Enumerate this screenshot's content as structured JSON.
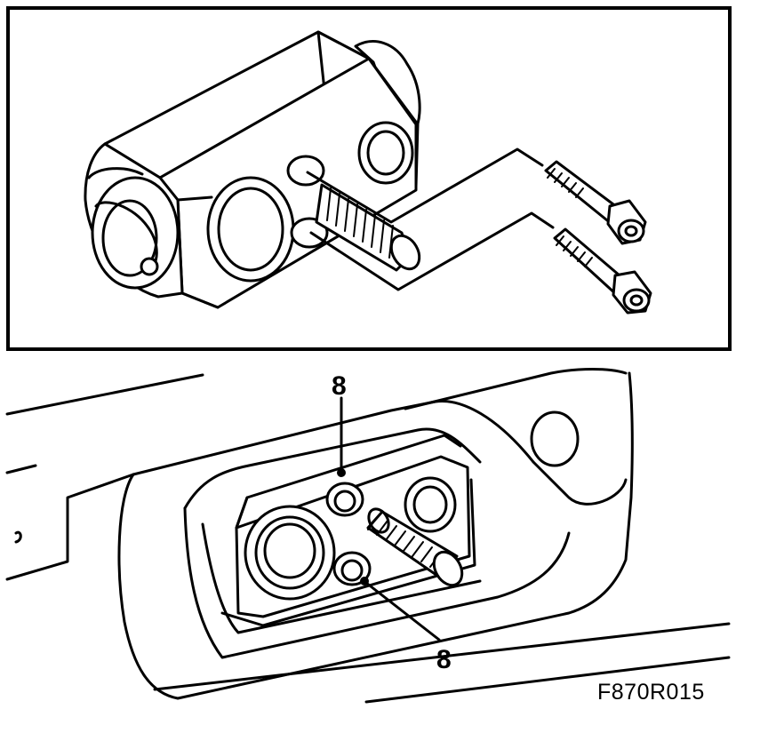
{
  "callouts": {
    "upper_label": "8",
    "lower_label": "8"
  },
  "figure_code": "F870R015",
  "icons": {
    "expansion_valve": "expansion-valve-icon",
    "bolt": "bolt-icon",
    "o_ring": "o-ring-icon"
  },
  "colors": {
    "line": "#000000",
    "background": "#ffffff"
  }
}
